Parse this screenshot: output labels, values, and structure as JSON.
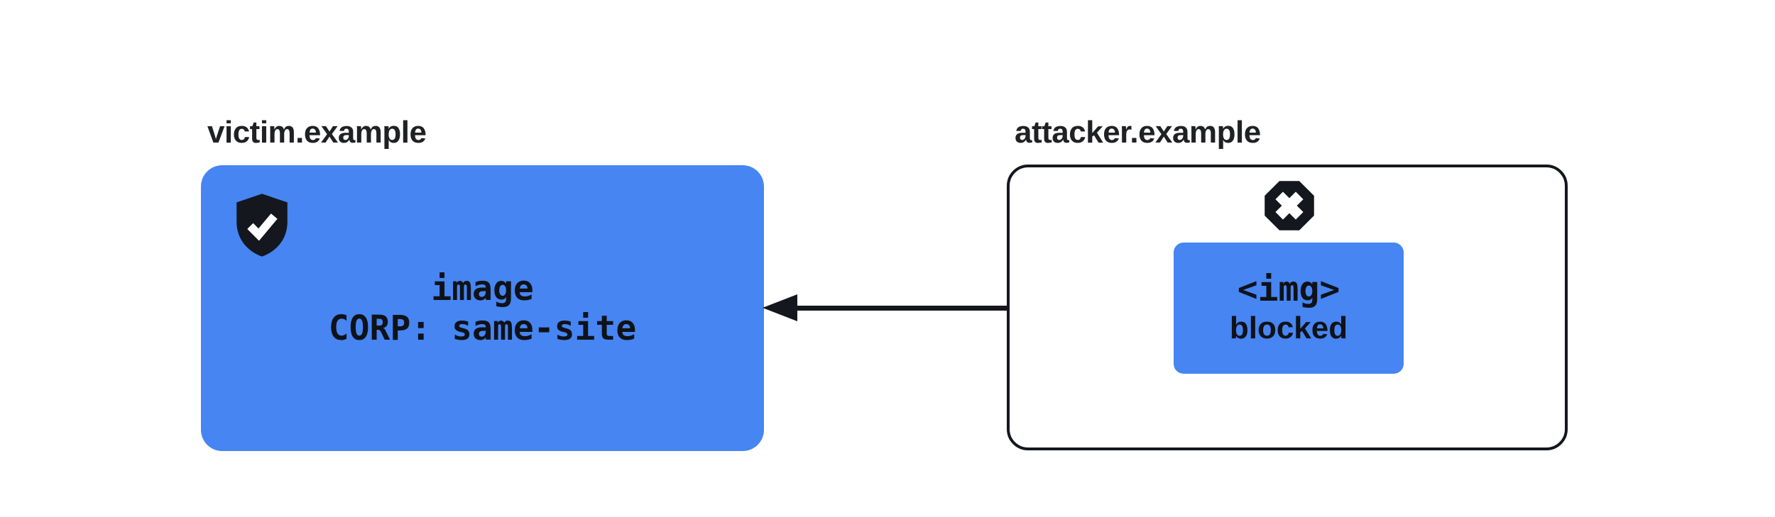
{
  "diagram": {
    "description": "Cross-Origin Resource Policy blocking a cross-origin image request",
    "victim": {
      "domain_label": "victim.example",
      "icon": "shield-check-icon",
      "resource_line1": "image",
      "resource_line2": "CORP: same-site"
    },
    "attacker": {
      "domain_label": "attacker.example",
      "icon": "blocked-x-octagon-icon",
      "request_line1": "<img>",
      "request_line2": "blocked"
    },
    "arrow": {
      "direction": "right-to-left",
      "meaning": "blocked request from attacker.example to victim.example"
    },
    "colors": {
      "blue": "#4685F2",
      "dark": "#14171D",
      "title_text": "#202124",
      "mono_text": "#0F1218",
      "bg": "#FFFFFF"
    }
  }
}
